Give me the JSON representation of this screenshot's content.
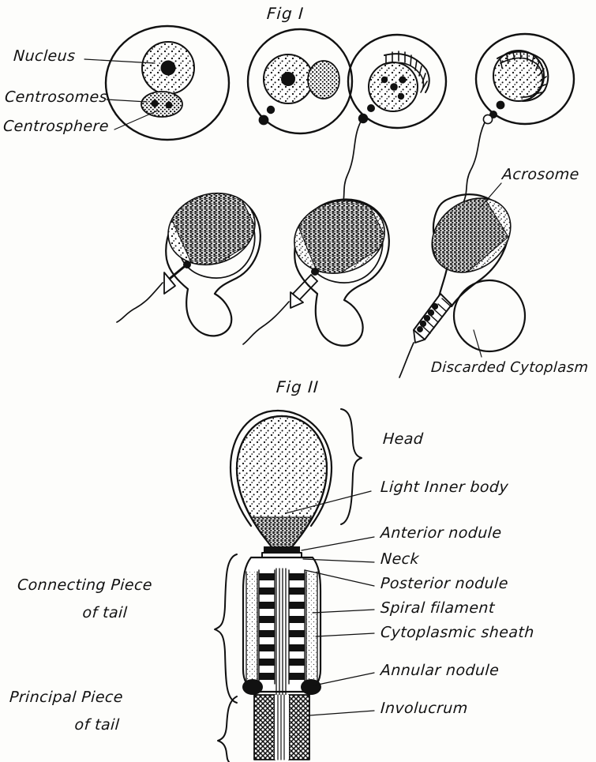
{
  "figures": {
    "fig1": {
      "title": "Fig I",
      "labels": {
        "nucleus": "Nucleus",
        "centrosomes": "Centrosomes",
        "centrosphere": "Centrosphere",
        "acrosome": "Acrosome",
        "discarded_cytoplasm": "Discarded Cytoplasm"
      }
    },
    "fig2": {
      "title": "Fig II",
      "labels_right": {
        "head": "Head",
        "light_inner_body": "Light Inner body",
        "anterior_nodule": "Anterior nodule",
        "neck": "Neck",
        "posterior_nodule": "Posterior nodule",
        "spiral_filament": "Spiral filament",
        "cytoplasmic_sheath": "Cytoplasmic sheath",
        "annular_nodule": "Annular nodule",
        "involucrum": "Involucrum"
      },
      "labels_left": {
        "connecting_piece_l1": "Connecting Piece",
        "connecting_piece_l2": "of tail",
        "principal_piece_l1": "Principal Piece",
        "principal_piece_l2": "of tail"
      }
    }
  },
  "colors": {
    "ink": "#111111",
    "paper": "#fdfdfb"
  }
}
